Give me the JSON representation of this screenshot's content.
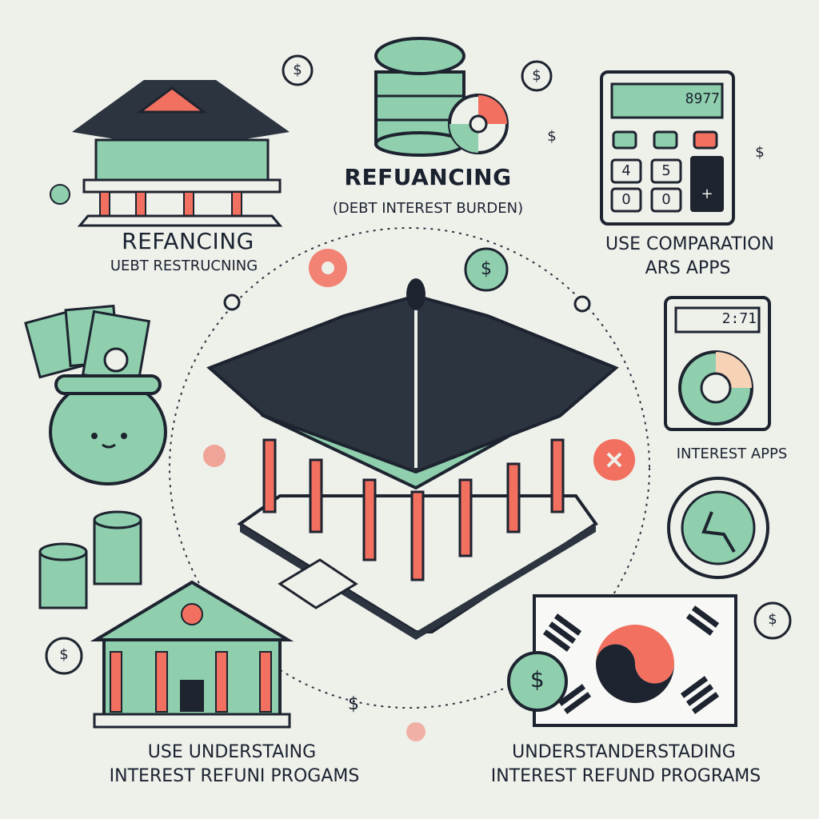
{
  "center_heading": {
    "title": "REFUANCING",
    "subtitle": "(DEBT INTEREST BURDEN)"
  },
  "top_left": {
    "title": "REFANCING",
    "subtitle": "UEBT RESTRUCNING"
  },
  "top_right": {
    "line1": "USE COMPARATION",
    "line2": "ARS APPS"
  },
  "mid_right": {
    "label": "INTEREST APPS"
  },
  "bottom_left": {
    "line1": "USE UNDERSTAING",
    "line2": "INTEREST REFUNI PROGAMS"
  },
  "bottom_right": {
    "line1": "UNDERSTANDERSTADING",
    "line2": "INTEREST REFUND PROGRAMS"
  },
  "calculator": {
    "display": "8977",
    "keys": [
      "4",
      "5",
      "0",
      "0",
      "+"
    ]
  },
  "dial_widget": {
    "display": "2:71"
  },
  "symbols": {
    "dollar": "$"
  },
  "colors": {
    "background": "#eef0ea",
    "mint": "#8fcfad",
    "coral": "#f2705f",
    "navy": "#1d2430",
    "roof_dark": "#2c3440"
  },
  "icons": [
    "palace-icon",
    "coin-stack-icon",
    "calculator-icon",
    "money-pot-icon",
    "bank-icon",
    "korean-flag-icon",
    "dollar-coin-icon",
    "flower-icon",
    "dial-app-icon"
  ]
}
